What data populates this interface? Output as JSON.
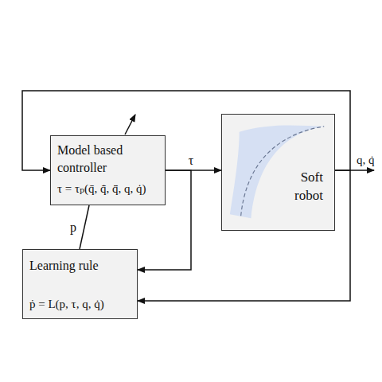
{
  "diagram": {
    "nodes": [
      {
        "text": [
          "Model based controller",
          "τ = τₚ(q̄, q̄̇, q̄̈, q, q̇)"
        ]
      },
      {
        "text": [
          "Soft robot"
        ]
      },
      {
        "text": [
          "Learning rule",
          "ṗ = L(p, τ, q, q̇)"
        ]
      }
    ],
    "edges": [
      {
        "from": 0,
        "to": 1,
        "arrow": "to",
        "label": "τ"
      },
      {
        "from": 1,
        "to": 0,
        "arrow": "to"
      },
      {
        "from": 1,
        "to": 2,
        "arrow": "to"
      },
      {
        "from": 0,
        "to": 2,
        "arrow": "to"
      },
      {
        "from": 2,
        "to": 0,
        "arrow": "none",
        "label": "p"
      }
    ],
    "labels": [
      "q, q̇"
    ]
  }
}
